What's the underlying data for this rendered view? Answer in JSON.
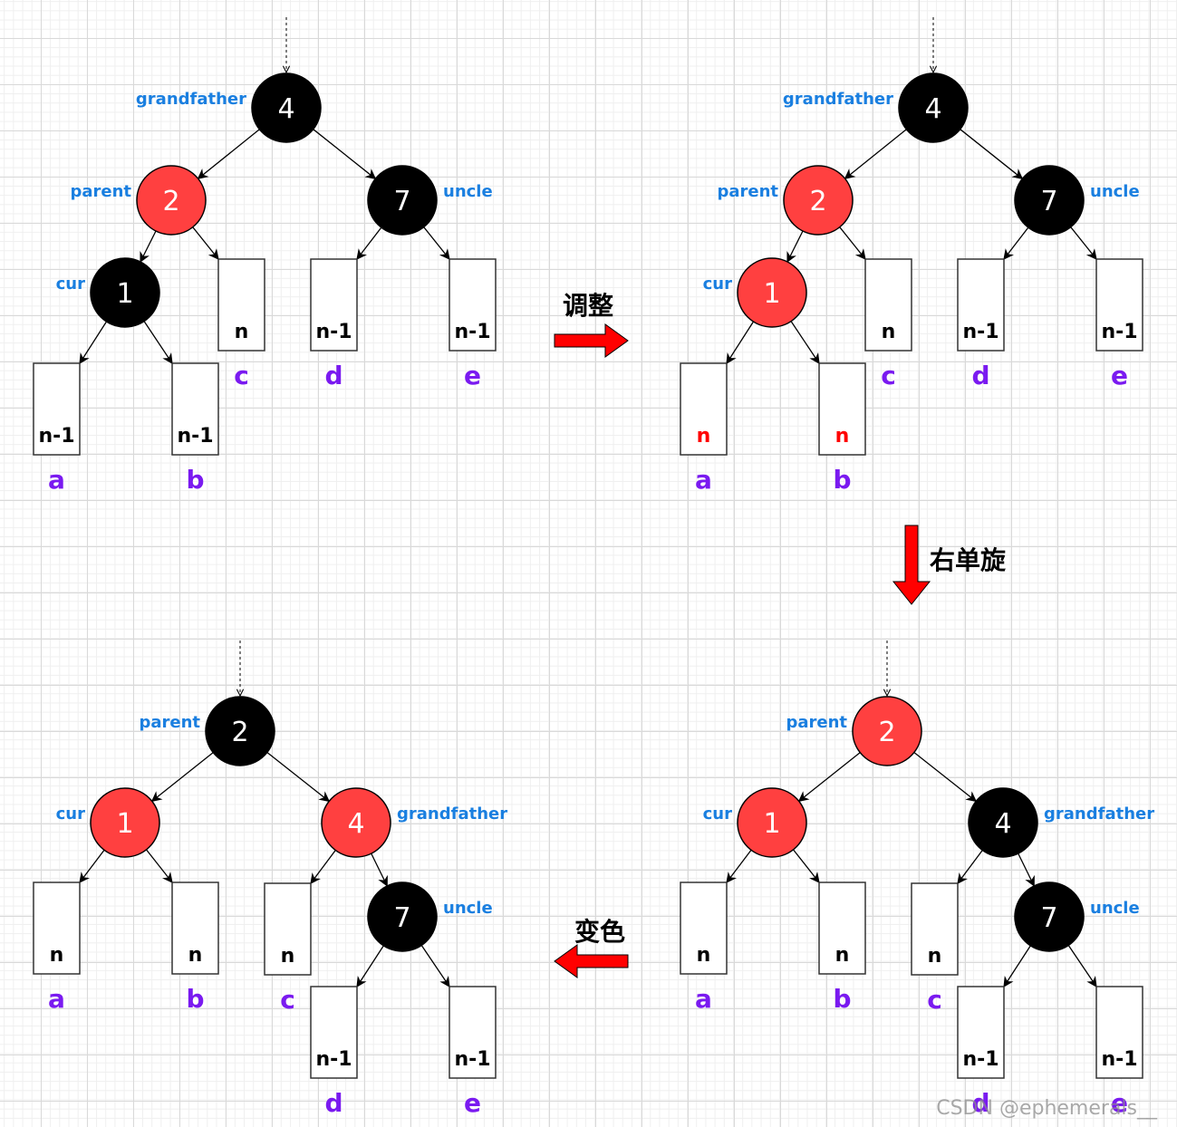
{
  "colors": {
    "red_node": "#ff4040",
    "black_node": "#000000",
    "role_label": "#1a7fe0",
    "leaf_name": "#7a1af0",
    "box_text_default": "#000000",
    "box_text_highlight": "#ff0000",
    "step_arrow": "#ff0000"
  },
  "panels": [
    {
      "id": "initial",
      "nodes": [
        {
          "id": "n4",
          "value": "4",
          "color": "black",
          "role": "grandfather",
          "role_side": "left"
        },
        {
          "id": "n2",
          "value": "2",
          "color": "red",
          "role": "parent",
          "role_side": "left"
        },
        {
          "id": "n7",
          "value": "7",
          "color": "black",
          "role": "uncle",
          "role_side": "right"
        },
        {
          "id": "n1",
          "value": "1",
          "color": "black",
          "role": "cur",
          "role_side": "left"
        }
      ],
      "boxes": [
        {
          "id": "a",
          "name": "a",
          "height": "n-1",
          "highlight": false
        },
        {
          "id": "b",
          "name": "b",
          "height": "n-1",
          "highlight": false
        },
        {
          "id": "c",
          "name": "c",
          "height": "n",
          "highlight": false
        },
        {
          "id": "d",
          "name": "d",
          "height": "n-1",
          "highlight": false
        },
        {
          "id": "e",
          "name": "e",
          "height": "n-1",
          "highlight": false
        }
      ]
    },
    {
      "id": "adjusted",
      "nodes": [
        {
          "id": "n4",
          "value": "4",
          "color": "black",
          "role": "grandfather",
          "role_side": "left"
        },
        {
          "id": "n2",
          "value": "2",
          "color": "red",
          "role": "parent",
          "role_side": "left"
        },
        {
          "id": "n7",
          "value": "7",
          "color": "black",
          "role": "uncle",
          "role_side": "right"
        },
        {
          "id": "n1",
          "value": "1",
          "color": "red",
          "role": "cur",
          "role_side": "left"
        }
      ],
      "boxes": [
        {
          "id": "a",
          "name": "a",
          "height": "n",
          "highlight": true
        },
        {
          "id": "b",
          "name": "b",
          "height": "n",
          "highlight": true
        },
        {
          "id": "c",
          "name": "c",
          "height": "n",
          "highlight": false
        },
        {
          "id": "d",
          "name": "d",
          "height": "n-1",
          "highlight": false
        },
        {
          "id": "e",
          "name": "e",
          "height": "n-1",
          "highlight": false
        }
      ]
    },
    {
      "id": "rotated",
      "nodes": [
        {
          "id": "n2",
          "value": "2",
          "color": "red",
          "role": "parent",
          "role_side": "left"
        },
        {
          "id": "n1",
          "value": "1",
          "color": "red",
          "role": "cur",
          "role_side": "left"
        },
        {
          "id": "n4",
          "value": "4",
          "color": "black",
          "role": "grandfather",
          "role_side": "right"
        },
        {
          "id": "n7",
          "value": "7",
          "color": "black",
          "role": "uncle",
          "role_side": "right"
        }
      ],
      "boxes": [
        {
          "id": "a",
          "name": "a",
          "height": "n",
          "highlight": false
        },
        {
          "id": "b",
          "name": "b",
          "height": "n",
          "highlight": false
        },
        {
          "id": "c",
          "name": "c",
          "height": "n",
          "highlight": false
        },
        {
          "id": "d",
          "name": "d",
          "height": "n-1",
          "highlight": false
        },
        {
          "id": "e",
          "name": "e",
          "height": "n-1",
          "highlight": false
        }
      ]
    },
    {
      "id": "recolored",
      "nodes": [
        {
          "id": "n2",
          "value": "2",
          "color": "black",
          "role": "parent",
          "role_side": "left"
        },
        {
          "id": "n1",
          "value": "1",
          "color": "red",
          "role": "cur",
          "role_side": "left"
        },
        {
          "id": "n4",
          "value": "4",
          "color": "red",
          "role": "grandfather",
          "role_side": "right"
        },
        {
          "id": "n7",
          "value": "7",
          "color": "black",
          "role": "uncle",
          "role_side": "right"
        }
      ],
      "boxes": [
        {
          "id": "a",
          "name": "a",
          "height": "n",
          "highlight": false
        },
        {
          "id": "b",
          "name": "b",
          "height": "n",
          "highlight": false
        },
        {
          "id": "c",
          "name": "c",
          "height": "n",
          "highlight": false
        },
        {
          "id": "d",
          "name": "d",
          "height": "n-1",
          "highlight": false
        },
        {
          "id": "e",
          "name": "e",
          "height": "n-1",
          "highlight": false
        }
      ]
    }
  ],
  "steps": [
    {
      "id": "adjust",
      "label": "调整",
      "direction": "right",
      "from": "initial",
      "to": "adjusted"
    },
    {
      "id": "rotate",
      "label": "右单旋",
      "direction": "down",
      "from": "adjusted",
      "to": "rotated"
    },
    {
      "id": "recolor",
      "label": "变色",
      "direction": "left",
      "from": "rotated",
      "to": "recolored"
    }
  ],
  "watermark": "CSDN @ephemerals__"
}
